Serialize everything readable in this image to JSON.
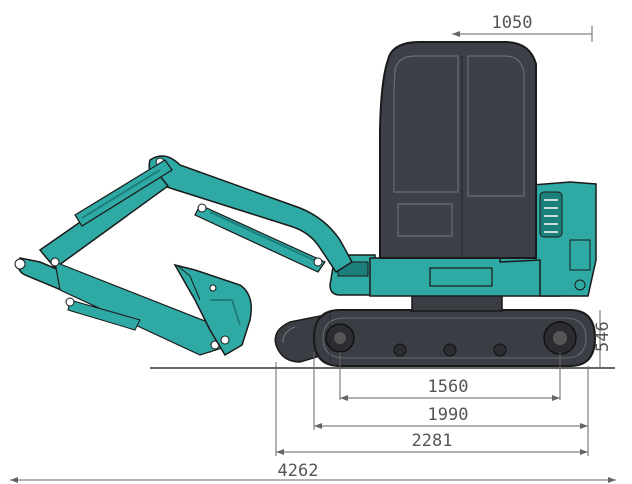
{
  "colors": {
    "body_teal": "#2fa9a4",
    "body_teal_dark": "#1d7f7b",
    "cab_dark": "#3e4049",
    "track_dark": "#3b3d45",
    "outline": "#1a1a1a"
  },
  "dimensions": {
    "cab_width": "1050",
    "track_height": "546",
    "tumbler_distance": "1560",
    "track_length": "1990",
    "rear_to_blade": "2281",
    "overall_length": "4262"
  }
}
